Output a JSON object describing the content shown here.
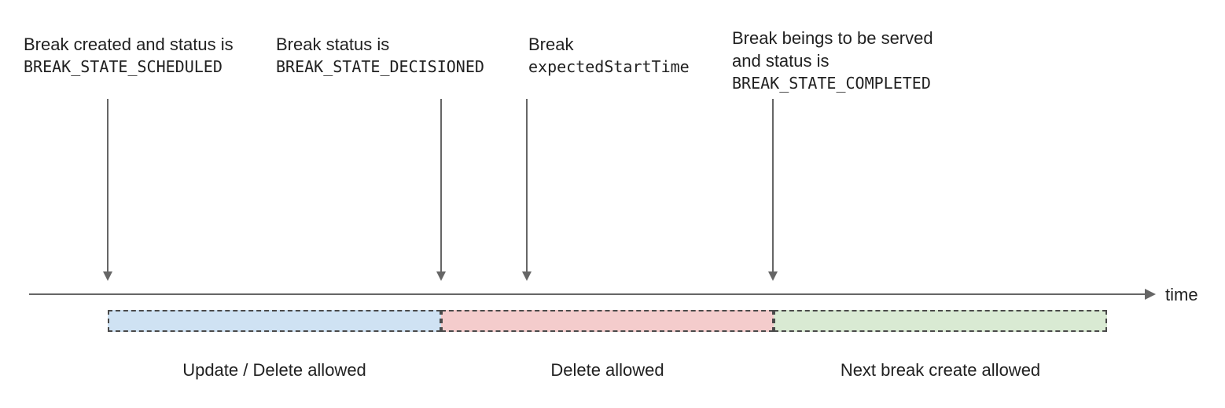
{
  "annotations": [
    {
      "lines": [
        {
          "text": "Break created and status is",
          "style": "regular"
        },
        {
          "text": "BREAK_STATE_SCHEDULED",
          "style": "code"
        }
      ]
    },
    {
      "lines": [
        {
          "text": "Break status is",
          "style": "regular"
        },
        {
          "text": "BREAK_STATE_DECISIONED",
          "style": "code"
        }
      ]
    },
    {
      "lines": [
        {
          "text": "Break",
          "style": "regular"
        },
        {
          "text": "expectedStartTime",
          "style": "code"
        }
      ]
    },
    {
      "lines": [
        {
          "text": "Break beings to be served",
          "style": "regular"
        },
        {
          "text": "and status is",
          "style": "regular"
        },
        {
          "text": "BREAK_STATE_COMPLETED",
          "style": "code"
        }
      ]
    }
  ],
  "timeline": {
    "axis_label": "time"
  },
  "segments": [
    {
      "label": "Update / Delete allowed",
      "fill": "#cfe2f3"
    },
    {
      "label": "Delete allowed",
      "fill": "#f4cccc"
    },
    {
      "label": "Next break create allowed",
      "fill": "#d9ead3"
    }
  ],
  "colors": {
    "timeline": "#666666",
    "segment_border": "#4a4a4a",
    "text": "#212121"
  }
}
